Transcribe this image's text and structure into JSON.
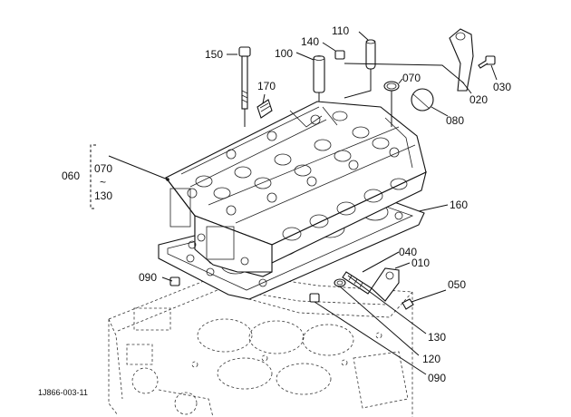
{
  "diagram": {
    "callouts": [
      "150",
      "140",
      "110",
      "100",
      "170",
      "070",
      "020",
      "030",
      "080",
      "160",
      "040",
      "010",
      "050",
      "090",
      "130",
      "120",
      "090",
      "060"
    ],
    "range_group": {
      "top": "070",
      "mid": "~",
      "bottom": "130"
    },
    "doc_code": "1J866-003-11"
  }
}
